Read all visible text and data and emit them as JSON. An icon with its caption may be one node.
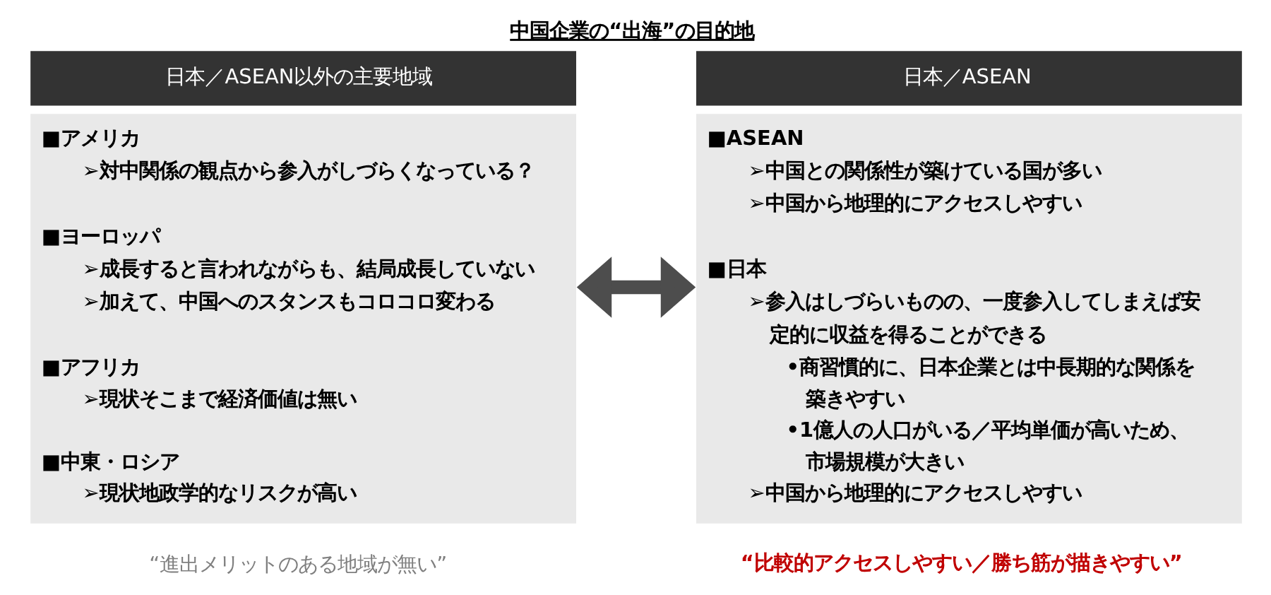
{
  "diagram": {
    "title": "中国企業の“出海”の目的地",
    "nodes": [
      {
        "text": [
          "日本／ASEAN以外の主要地域",
          "■アメリカ",
          "➢対中関係の観点から参入がしづらくなっている？",
          "■ヨーロッパ",
          "➢成長すると言われながらも、結局成長していない",
          "➢加えて、中国へのスタンスもコロコロ変わる",
          "■アフリカ",
          "➢現状そこまで経済価値は無い",
          "■中東・ロシア",
          "➢現状地政学的なリスクが高い"
        ],
        "beside": [
          "“進出メリットのある地域が無い”"
        ]
      },
      {
        "text": [
          "日本／ASEAN",
          "■ASEAN",
          "➢中国との関係性が築けている国が多い",
          "➢中国から地理的にアクセスしやすい",
          "■日本",
          "➢参入はしづらいものの、一度参入してしまえば安定的に収益を得ることができる",
          "•商習慣的に、日本企業とは中長期的な関係を築きやすい",
          "•1億人の人口がいる／平均単価が高いため、市場規模が大きい",
          "➢中国から地理的にアクセスしやすい"
        ],
        "beside": [
          "“比較的アクセスしやすい／勝ち筋が描きやすい”"
        ]
      }
    ],
    "edges": [
      {
        "from": 0,
        "to": 1,
        "arrow": "both"
      }
    ]
  }
}
